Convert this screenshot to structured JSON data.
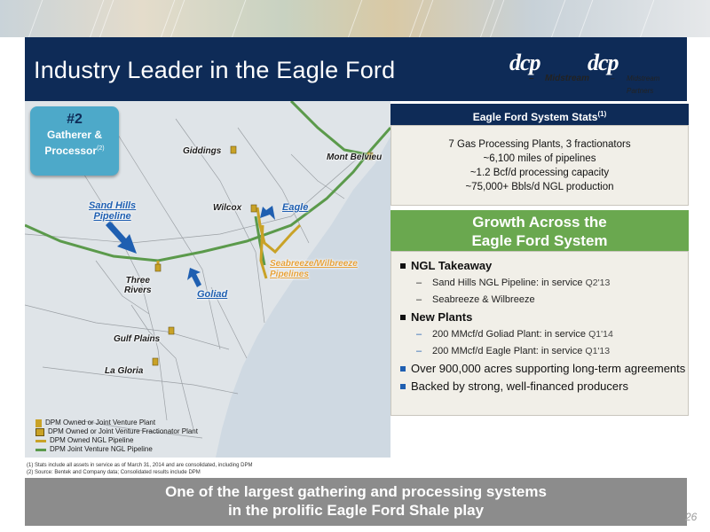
{
  "title": "Industry Leader in the Eagle Ford",
  "logos": {
    "dcp_mark": "dcp",
    "dcp_sub": "Midstream",
    "dpm_mark": "dcp",
    "dpm_sub": "Midstream Partners"
  },
  "badge": {
    "rank": "#2",
    "line1": "Gatherer &",
    "line2": "Processor",
    "footnote_ref": "(2)"
  },
  "map": {
    "cities": {
      "giddings": "Giddings",
      "mont_belvieu": "Mont Belvieu",
      "wilcox": "Wilcox",
      "three_rivers_1": "Three",
      "three_rivers_2": "Rivers",
      "gulf_plains": "Gulf Plains",
      "la_gloria": "La Gloria"
    },
    "callouts": {
      "sand_hills_1": "Sand Hills",
      "sand_hills_2": "Pipeline",
      "eagle": "Eagle",
      "goliad": "Goliad",
      "seabreeze_1": "Seabreeze/Wilbreeze",
      "seabreeze_2": "Pipelines"
    },
    "legend": [
      "DPM Owned or Joint Venture Plant",
      "DPM Owned or Joint Venture Fractionator Plant",
      "DPM Owned NGL Pipeline",
      "DPM Joint Venture NGL Pipeline"
    ],
    "colors": {
      "owned_pipeline": "#c9a227",
      "jv_pipeline": "#5b9a4b",
      "callout_blue": "#1f5fb1",
      "callout_orange": "#e8a23a"
    }
  },
  "footnotes": [
    "(1) Stats include all assets in service as of March 31, 2014 and are consolidated, including DPM",
    "(2) Source: Bentek and Company data; Consolidated results include DPM"
  ],
  "stats": {
    "heading": "Eagle Ford System Stats",
    "heading_ref": "(1)",
    "lines": [
      "7 Gas Processing Plants, 3 fractionators",
      "~6,100 miles of pipelines",
      "~1.2 Bcf/d processing capacity",
      "~75,000+ Bbls/d NGL production"
    ]
  },
  "growth": {
    "heading1": "Growth Across the",
    "heading2": "Eagle Ford System",
    "ngl_head": "NGL Takeaway",
    "ngl_sub1": "Sand Hills NGL Pipeline: in service",
    "ngl_sub1_q": "Q2'13",
    "ngl_sub2": "Seabreeze & Wilbreeze",
    "plants_head": "New Plants",
    "plants_sub1": "200 MMcf/d Goliad Plant: in service",
    "plants_sub1_q": "Q1'14",
    "plants_sub2": "200 MMcf/d Eagle Plant: in service",
    "plants_sub2_q": "Q1'13",
    "acres": "Over 900,000 acres supporting long-term agreements",
    "backed": "Backed by strong, well-financed producers"
  },
  "bottom": {
    "line1": "One of the largest gathering and processing systems",
    "line2": "in the prolific Eagle Ford Shale play"
  },
  "page_number": "26",
  "colors": {
    "navy": "#0e2b57",
    "green": "#6aa84f",
    "panel_bg": "#f1efe8",
    "bottom_gray": "#8c8c8c",
    "badge_blue": "#4da9c9"
  }
}
